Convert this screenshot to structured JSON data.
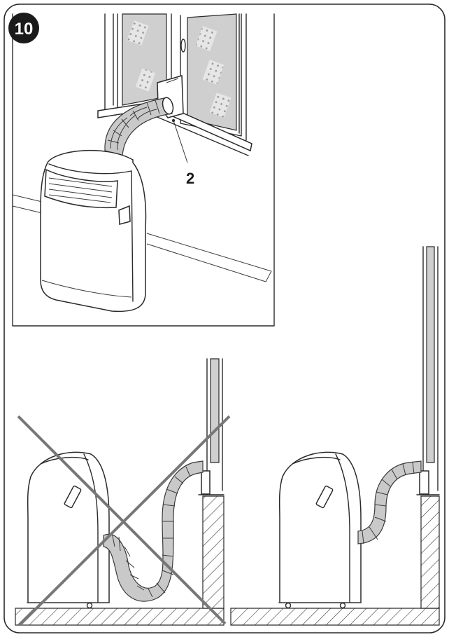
{
  "figure": {
    "step_number": "10",
    "callout_label": "2"
  },
  "colors": {
    "line": "#2a2a2a",
    "glass": "#cfcfcf",
    "hose": "#c9c9c9",
    "badge": "#1a1a1a",
    "cross": "#777777"
  },
  "panels": [
    {
      "id": "top",
      "shows": "unit-with-hose-through-window-kit"
    },
    {
      "id": "bottom-left",
      "shows": "hose-bent-low-incorrect",
      "crossed_out": true
    },
    {
      "id": "bottom-right",
      "shows": "hose-straight-to-window-correct",
      "crossed_out": false
    }
  ]
}
